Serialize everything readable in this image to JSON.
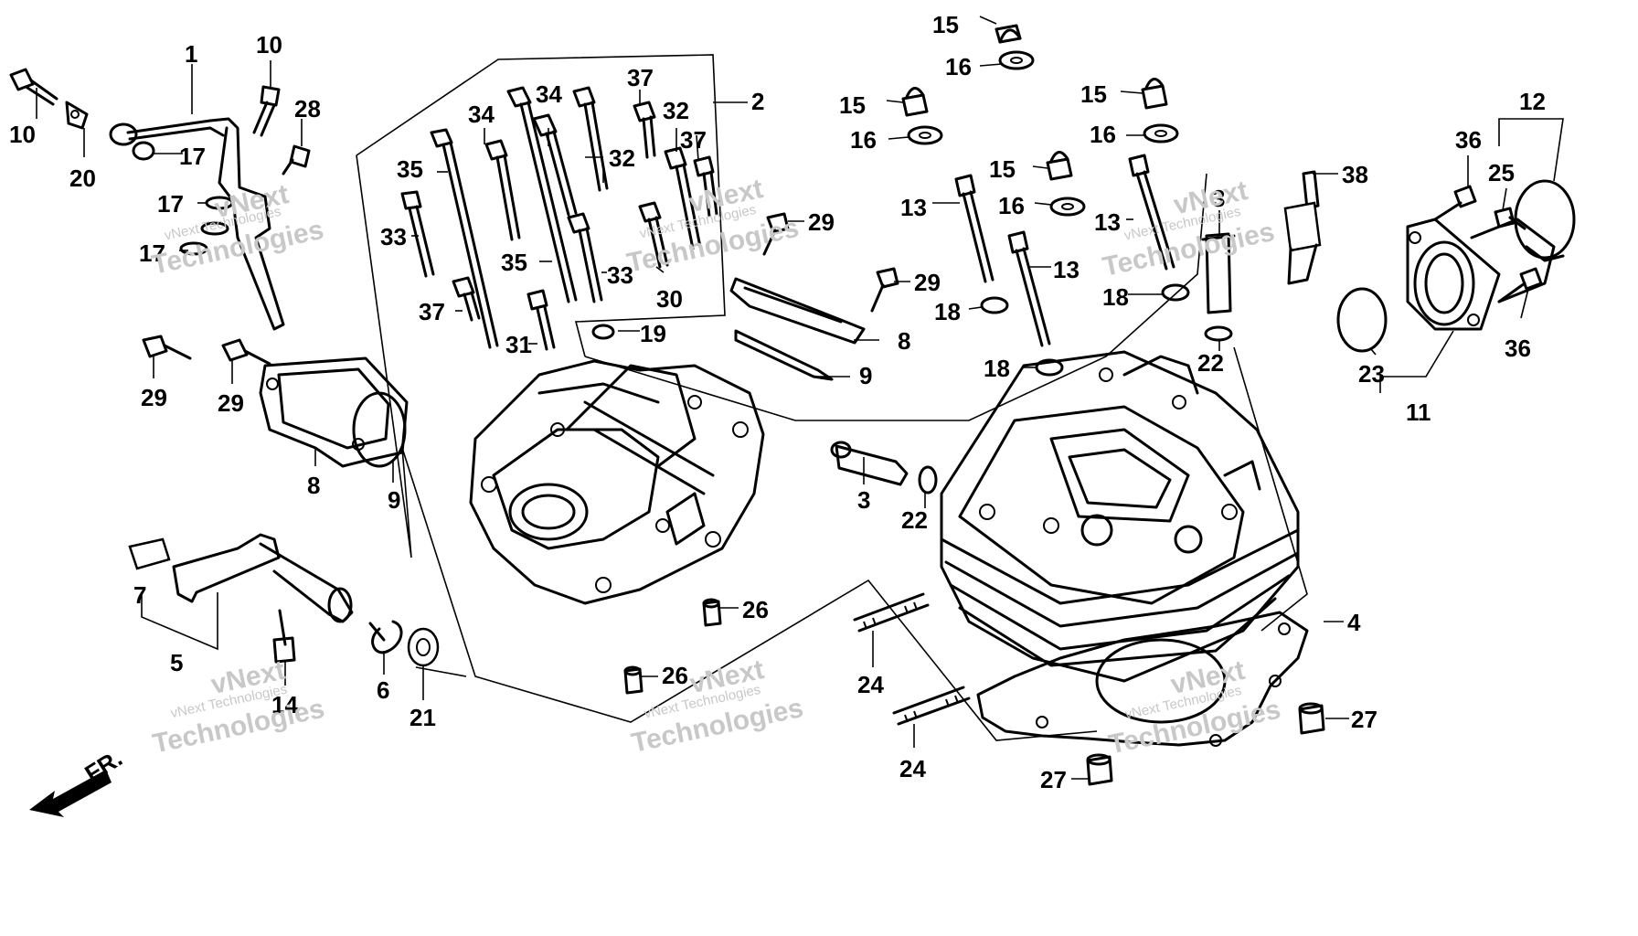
{
  "diagram": {
    "callouts": [
      "1",
      "2",
      "3",
      "3",
      "4",
      "5",
      "6",
      "7",
      "8",
      "8",
      "9",
      "9",
      "10",
      "10",
      "11",
      "12",
      "13",
      "13",
      "13",
      "14",
      "15",
      "15",
      "15",
      "15",
      "16",
      "16",
      "16",
      "16",
      "17",
      "17",
      "17",
      "18",
      "18",
      "18",
      "19",
      "20",
      "21",
      "22",
      "22",
      "23",
      "24",
      "24",
      "25",
      "26",
      "26",
      "27",
      "27",
      "28",
      "29",
      "29",
      "29",
      "29",
      "30",
      "31",
      "32",
      "32",
      "33",
      "33",
      "34",
      "34",
      "35",
      "35",
      "36",
      "36",
      "37",
      "37",
      "37",
      "38"
    ],
    "direction_label": "FR.",
    "watermark": {
      "line1": "vNext Technologies",
      "line2": "vNext",
      "line3": "Technologies"
    }
  }
}
